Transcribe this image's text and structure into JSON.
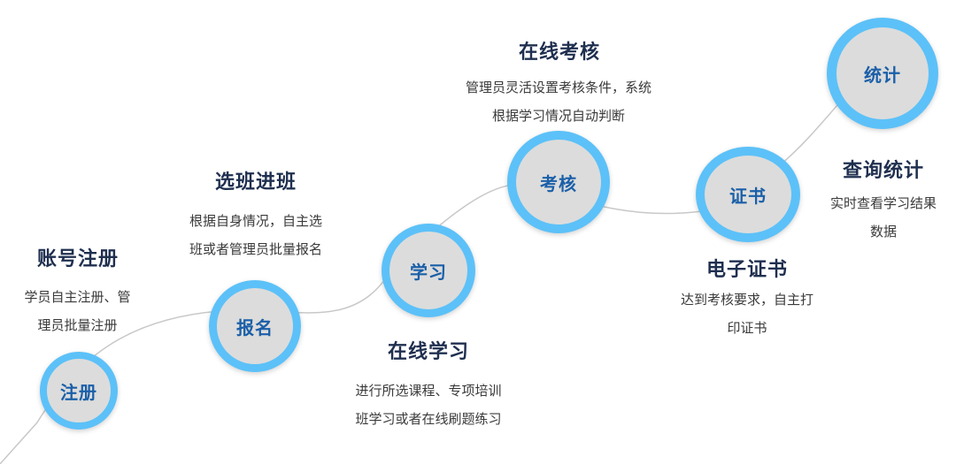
{
  "steps": [
    {
      "node_label": "注册",
      "title": "账号注册",
      "desc_lines": [
        "学员自主注册、管",
        "理员批量注册"
      ]
    },
    {
      "node_label": "报名",
      "title": "选班进班",
      "desc_lines": [
        "根据自身情况，自主选",
        "班或者管理员批量报名"
      ]
    },
    {
      "node_label": "学习",
      "title": "在线学习",
      "desc_lines": [
        "进行所选课程、专项培训",
        "班学习或者在线刷题练习"
      ]
    },
    {
      "node_label": "考核",
      "title": "在线考核",
      "desc_lines": [
        "管理员灵活设置考核条件，系统",
        "根据学习情况自动判断"
      ]
    },
    {
      "node_label": "证书",
      "title": "电子证书",
      "desc_lines": [
        "达到考核要求，自主打",
        "印证书"
      ]
    },
    {
      "node_label": "统计",
      "title": "查询统计",
      "desc_lines": [
        "实时查看学习结果",
        "数据"
      ]
    }
  ],
  "colors": {
    "ring": "#5cc1f8",
    "node_fill": "#dcdcdc",
    "node_text": "#1a5fa8",
    "title_text": "#1f2f4f",
    "desc_text": "#3a3a3a",
    "curve": "#c8c8c8"
  }
}
